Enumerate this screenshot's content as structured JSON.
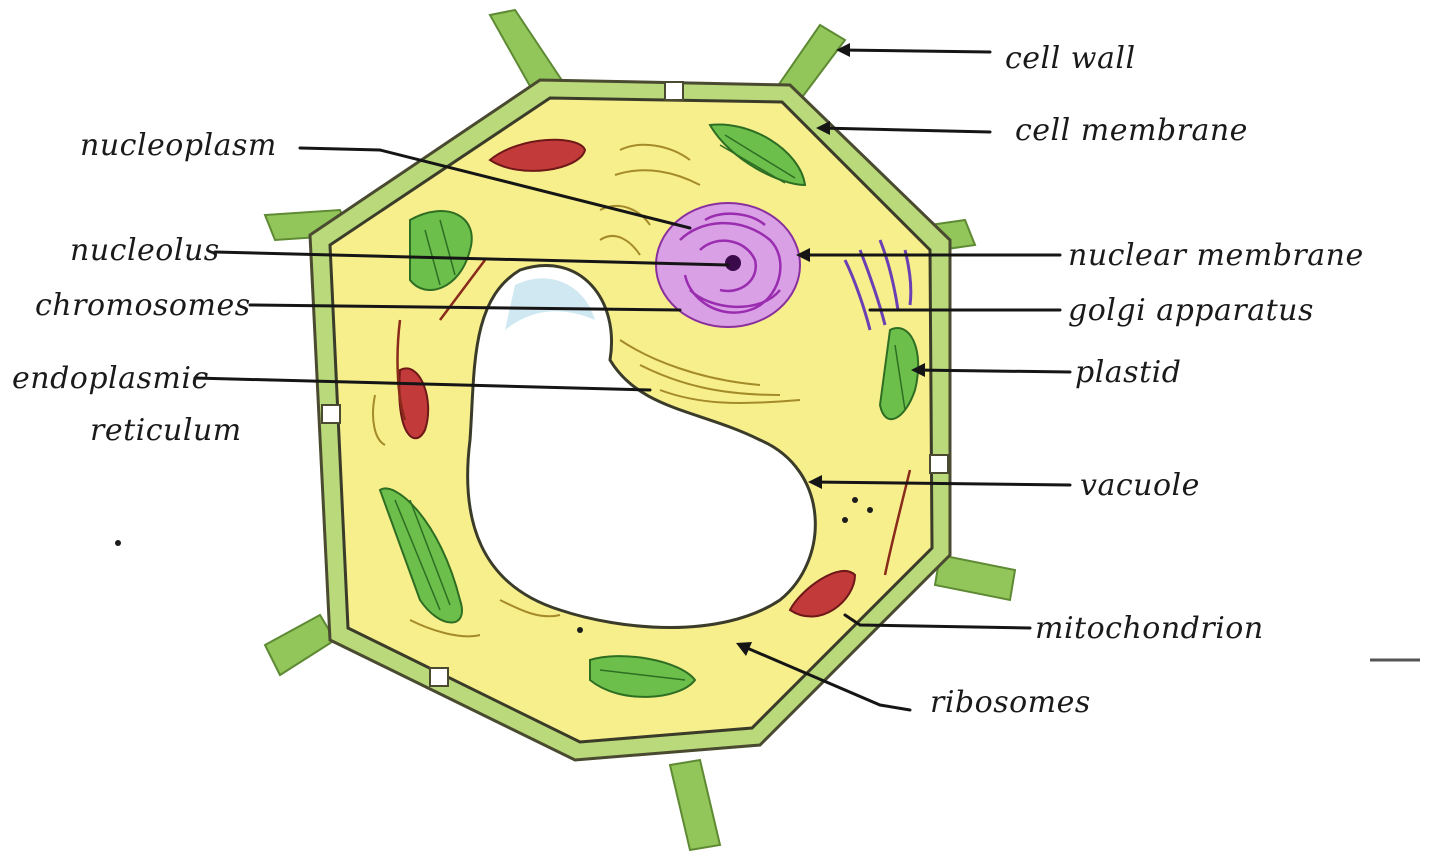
{
  "labels": {
    "cell_wall": "cell wall",
    "cell_membrane": "cell membrane",
    "nucleoplasm": "nucleoplasm",
    "nucleolus": "nucleolus",
    "chromosomes": "chromosomes",
    "endoplasmic_line1": "endoplasmic",
    "endoplasmic_line2": "reticulum",
    "nuclear_membrane": "nuclear membrane",
    "golgi": "golgi apparatus",
    "plastid": "plastid",
    "vacuole": "vacuole",
    "mitochondrion": "mitochondrion",
    "ribosomes": "ribosomes"
  },
  "colors": {
    "cell_wall": "#93c65a",
    "cytoplasm": "#f7ef8c",
    "membrane_outline": "#3b3b2a",
    "chloroplast": "#6dbf4c",
    "nucleus": "#b04bc4",
    "mitochondria": "#c23a3a",
    "vacuole": "#ffffff",
    "golgi": "#6a3fb3"
  }
}
